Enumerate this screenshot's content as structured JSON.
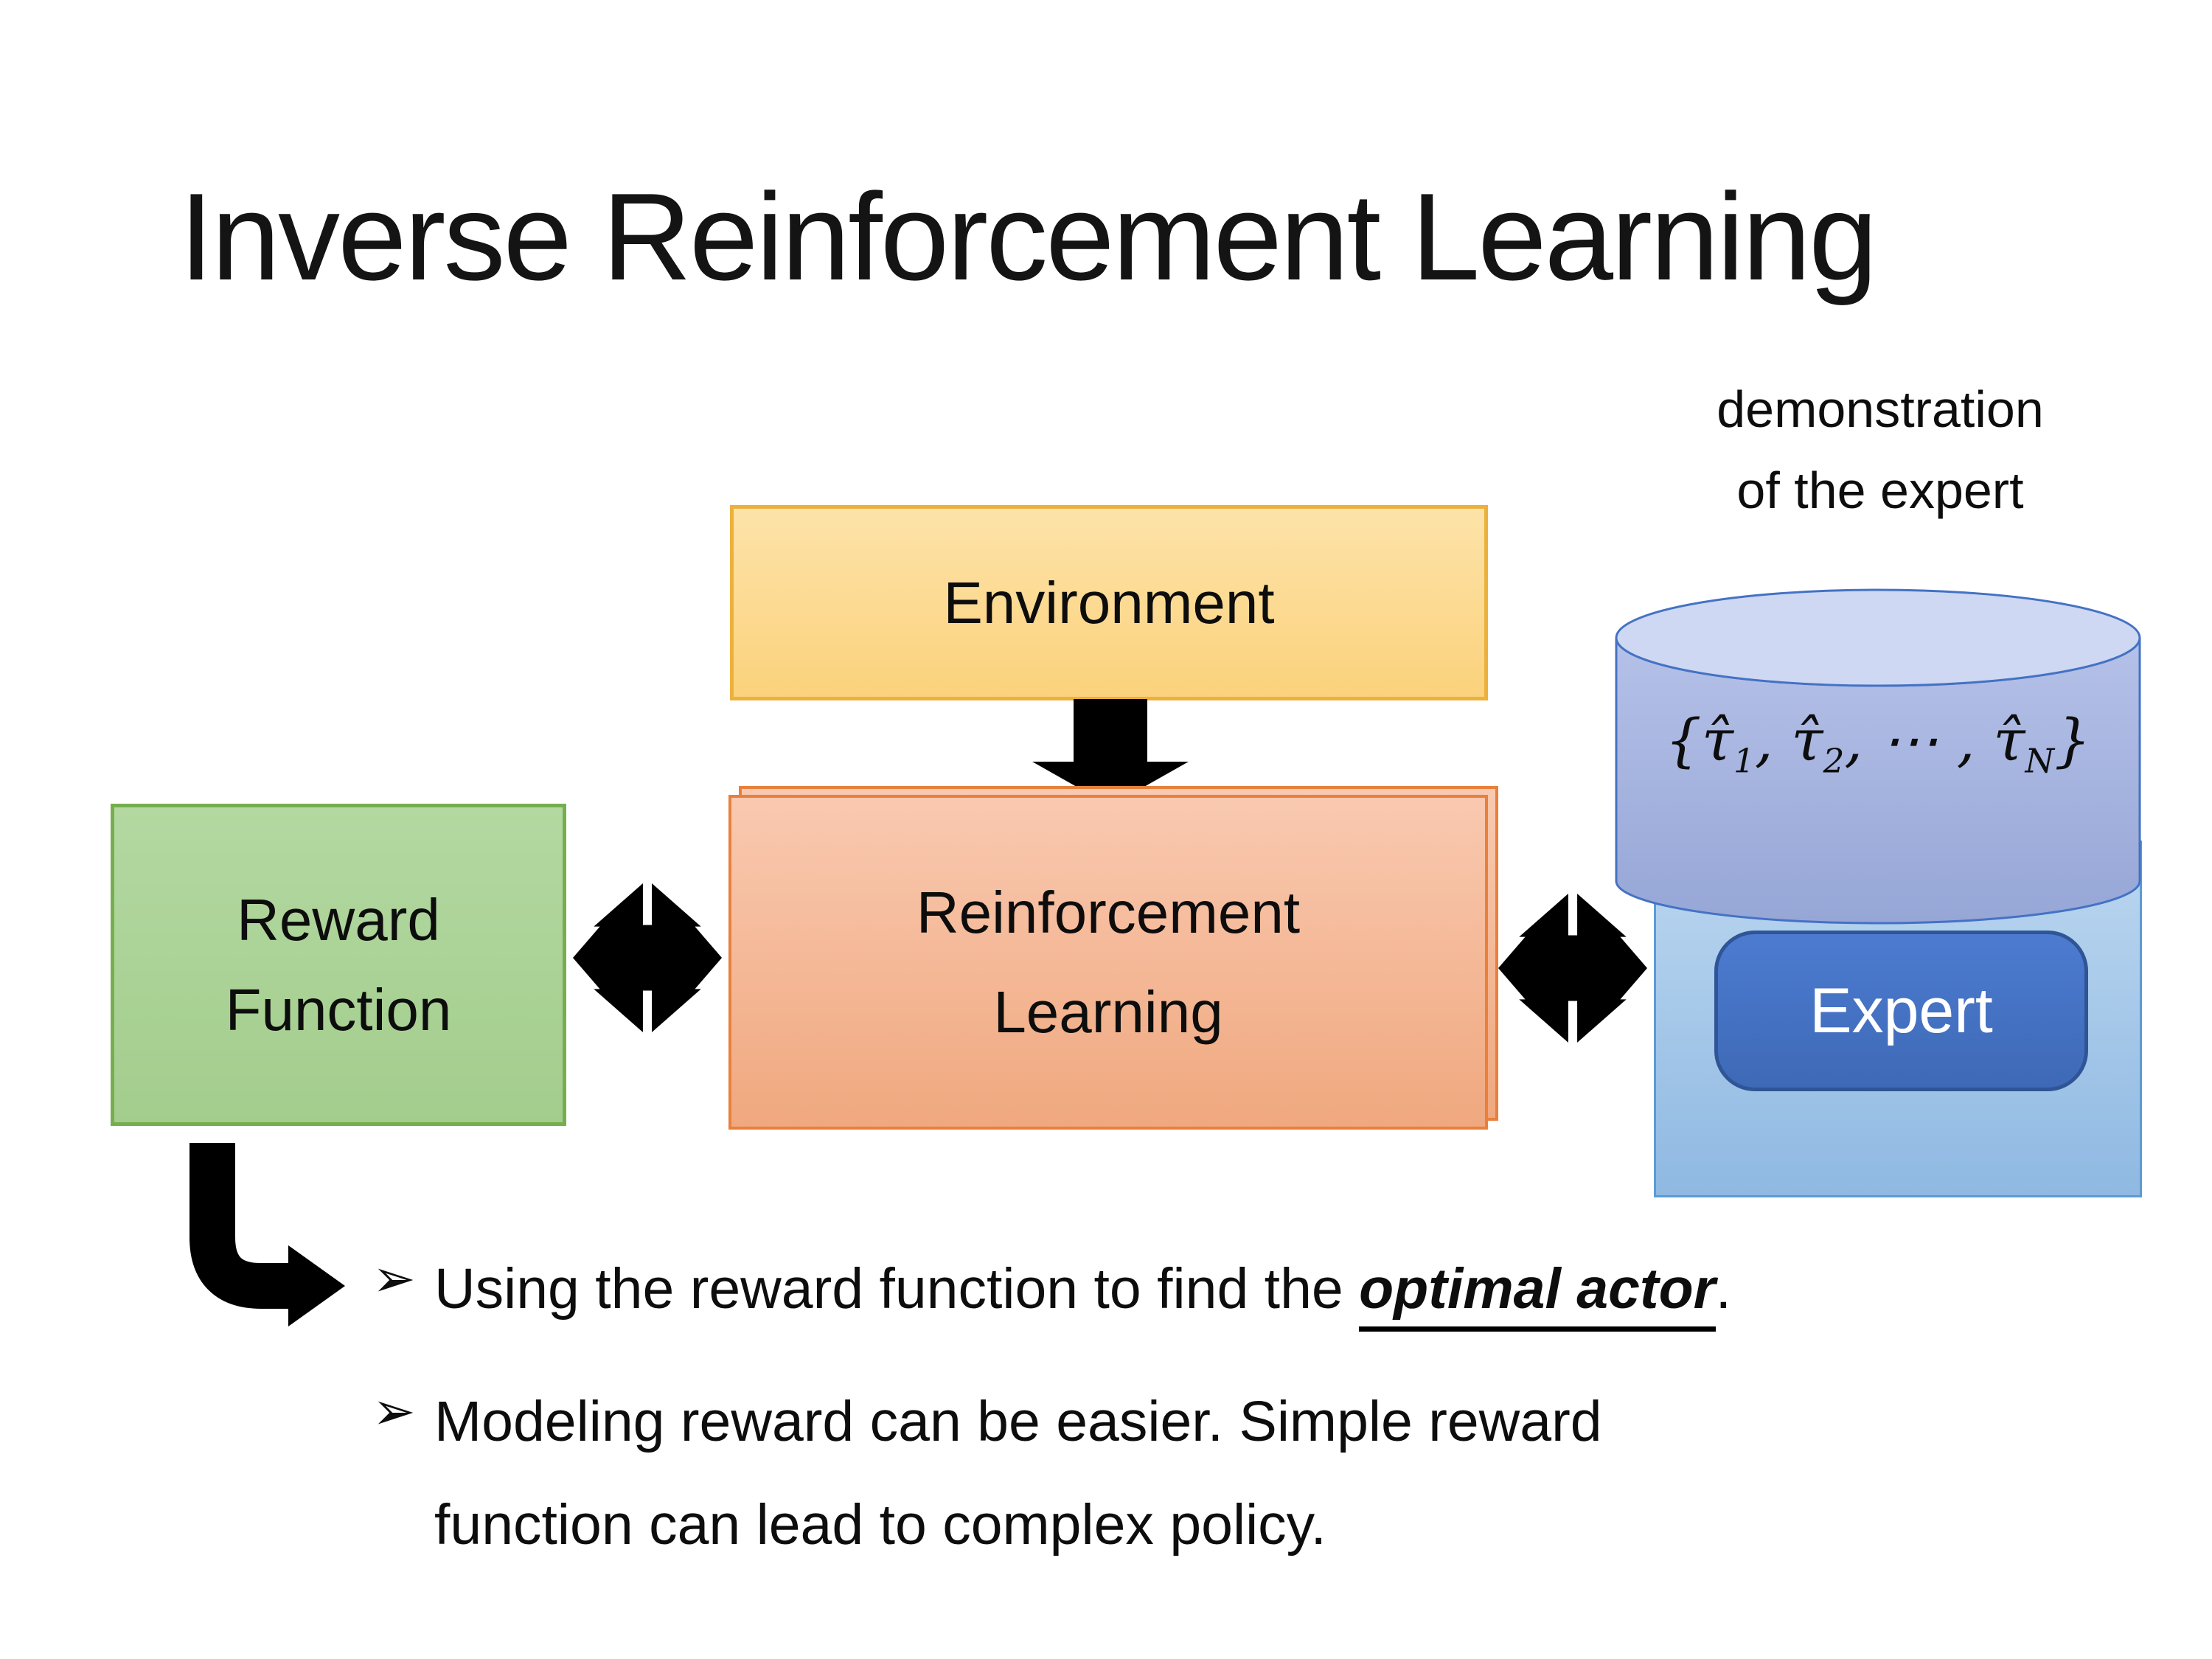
{
  "slide": {
    "title": "Inverse Reinforcement Learning"
  },
  "colors": {
    "environment_fill": "#FBD27C",
    "environment_border": "#ECB13C",
    "reward_fill": "#A9D395",
    "reward_border": "#76AE4F",
    "rl_fill": "#F4B898",
    "rl_border": "#E8803C",
    "expert_backdrop_fill": "#A5C9E9",
    "expert_backdrop_border": "#5B9BD5",
    "expert_fill": "#4472C4",
    "expert_border": "#2F5597",
    "cylinder_fill": "#A6B4DF",
    "cylinder_top_fill": "#CED8F2",
    "cylinder_border": "#4472C4",
    "arrow_black": "#000000",
    "text": "#0d0d0d"
  },
  "diagram": {
    "demo_label": {
      "line1": "demonstration",
      "line2": "of the expert"
    },
    "environment": {
      "label": "Environment"
    },
    "reward": {
      "line1": "Reward",
      "line2": "Function"
    },
    "rl": {
      "line1": "Reinforcement",
      "line2": "Learning"
    },
    "expert": {
      "label": "Expert"
    },
    "cylinder": {
      "expr": {
        "open": "{",
        "tau": "τ̂",
        "s1": "1",
        "c1": ", ",
        "s2": "2",
        "c2": ", ⋯ , ",
        "sN": "N",
        "close": "}"
      }
    },
    "icons": {
      "down_arrow": "thick-down-arrow",
      "left_double_arrow": "double-headed-exchange-arrow",
      "right_double_arrow": "double-headed-exchange-arrow",
      "bent_arrow": "elbow-right-arrow"
    }
  },
  "bullets": {
    "marker": "➢",
    "item1": {
      "prefix": "Using the reward function to find the ",
      "highlight": "optimal actor",
      "suffix": "."
    },
    "item2": {
      "lines": [
        "Modeling reward can be easier. Simple reward",
        "function can lead to complex policy."
      ]
    }
  }
}
